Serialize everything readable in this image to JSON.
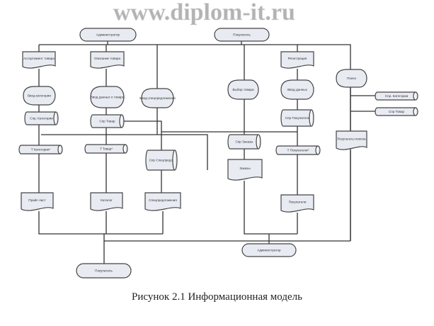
{
  "diagram": {
    "nodes": {
      "admin_top": "Администратор",
      "buyer_top": "Покупатель",
      "assortment": "Ассортимент товара",
      "product_desc": "Описание товара",
      "enter_category": "Ввод категории",
      "enter_product": "Ввод данных о товаре",
      "enter_special": "Ввод спецпредложения",
      "ref_category": "Спр. Категории",
      "ref_product": "Спр Товар",
      "ref_special": "Спр Спецпредл.",
      "t_category": "Т Категории*",
      "t_product": "Т Товар*",
      "price_list": "Прайс-лист",
      "catalog": "Каталог",
      "specials": "Спецпредложения",
      "choose_product": "Выбор товара",
      "ref_orders": "Спр Заказы",
      "orders": "Заказы",
      "registration": "Регистрация",
      "enter_data": "Ввод данных",
      "ref_buyers": "Спр Покупатели",
      "t_buyers": "Т Покупатели*",
      "buyers": "Покупатели",
      "search": "Поиск",
      "search_ref_category": "Спр. Категории",
      "search_ref_product": "Спр Товар",
      "search_results": "Результаты поиска",
      "buyer_bottom": "Покупатель",
      "admin_bottom": "Администратор"
    },
    "watermark": "www.diplom-it.ru",
    "caption": "Рисунок 2.1 Информационная модель"
  }
}
